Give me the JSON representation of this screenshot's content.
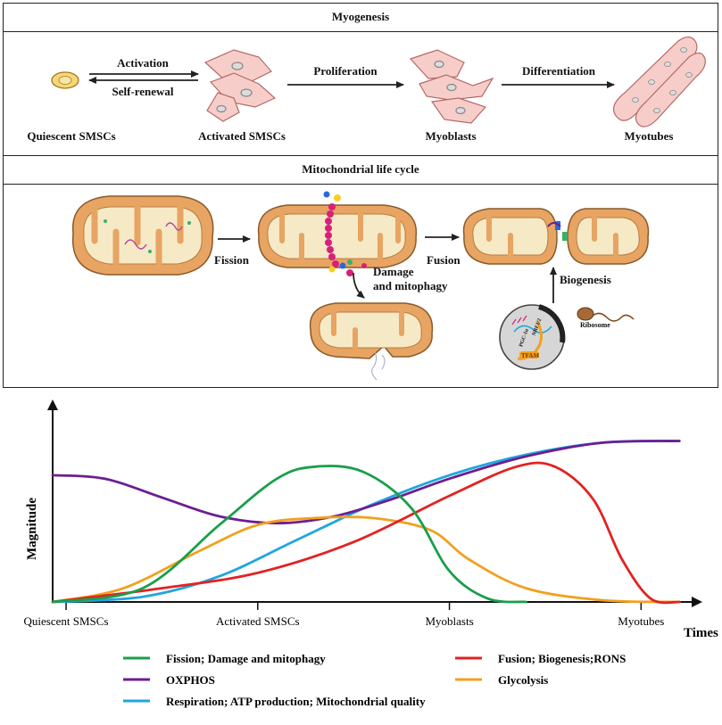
{
  "myogenesis": {
    "title": "Myogenesis",
    "stages": [
      "Quiescent SMSCs",
      "Activated SMSCs",
      "Myoblasts",
      "Myotubes"
    ],
    "arrows": {
      "activation": "Activation",
      "self_renewal": "Self-renewal",
      "proliferation": "Proliferation",
      "differentiation": "Differentiation"
    }
  },
  "mito": {
    "title": "Mitochondrial life cycle",
    "fission": "Fission",
    "fusion": "Fusion",
    "damage": "Damage",
    "and_mitophagy": "and mitophagy",
    "biogenesis": "Biogenesis",
    "ribosome": "Ribosome",
    "nucleus_labels": [
      "PGC-1α",
      "NRF1/2",
      "TFAM"
    ]
  },
  "chart_data": {
    "type": "line",
    "xlabel": "Times",
    "ylabel": "Magnitude",
    "categories": [
      "Quiescent SMSCs",
      "Activated SMSCs",
      "Myoblasts",
      "Myotubes"
    ],
    "x_ticks": [
      0,
      1,
      2,
      3
    ],
    "xlim": [
      -0.07,
      3.25
    ],
    "ylim": [
      0,
      1.0
    ],
    "legend_position": "bottom",
    "series": [
      {
        "name": "Fission; Damage and mitophagy",
        "color": "#1a9e4a",
        "points": [
          [
            -0.07,
            0
          ],
          [
            0.4,
            0.08
          ],
          [
            0.8,
            0.45
          ],
          [
            1.1,
            0.72
          ],
          [
            1.3,
            0.79
          ],
          [
            1.55,
            0.76
          ],
          [
            1.8,
            0.55
          ],
          [
            2.0,
            0.18
          ],
          [
            2.2,
            0.02
          ],
          [
            2.4,
            0
          ]
        ]
      },
      {
        "name": "Fusion; Biogenesis;RONS",
        "color": "#e32222",
        "points": [
          [
            -0.07,
            0
          ],
          [
            0.5,
            0.08
          ],
          [
            1.0,
            0.17
          ],
          [
            1.5,
            0.35
          ],
          [
            2.0,
            0.62
          ],
          [
            2.35,
            0.79
          ],
          [
            2.55,
            0.79
          ],
          [
            2.75,
            0.6
          ],
          [
            2.9,
            0.25
          ],
          [
            3.05,
            0.02
          ],
          [
            3.2,
            0
          ]
        ]
      },
      {
        "name": "OXPHOS",
        "color": "#6d1e8f",
        "points": [
          [
            -0.07,
            0.74
          ],
          [
            0.2,
            0.72
          ],
          [
            0.5,
            0.61
          ],
          [
            0.8,
            0.5
          ],
          [
            1.1,
            0.46
          ],
          [
            1.4,
            0.5
          ],
          [
            1.7,
            0.6
          ],
          [
            2.0,
            0.72
          ],
          [
            2.4,
            0.85
          ],
          [
            2.8,
            0.93
          ],
          [
            3.2,
            0.94
          ]
        ]
      },
      {
        "name": "Glycolysis",
        "color": "#f2a01e",
        "points": [
          [
            -0.07,
            0
          ],
          [
            0.3,
            0.08
          ],
          [
            0.7,
            0.3
          ],
          [
            1.0,
            0.45
          ],
          [
            1.3,
            0.49
          ],
          [
            1.6,
            0.49
          ],
          [
            1.9,
            0.42
          ],
          [
            2.1,
            0.25
          ],
          [
            2.4,
            0.08
          ],
          [
            2.8,
            0.01
          ],
          [
            3.2,
            0
          ]
        ]
      },
      {
        "name": "Respiration; ATP production; Mitochondrial quality",
        "color": "#1ea6df",
        "points": [
          [
            -0.07,
            0
          ],
          [
            0.4,
            0.03
          ],
          [
            0.8,
            0.15
          ],
          [
            1.2,
            0.36
          ],
          [
            1.6,
            0.57
          ],
          [
            2.0,
            0.74
          ],
          [
            2.4,
            0.86
          ],
          [
            2.8,
            0.93
          ],
          [
            3.2,
            0.94
          ]
        ]
      }
    ]
  }
}
